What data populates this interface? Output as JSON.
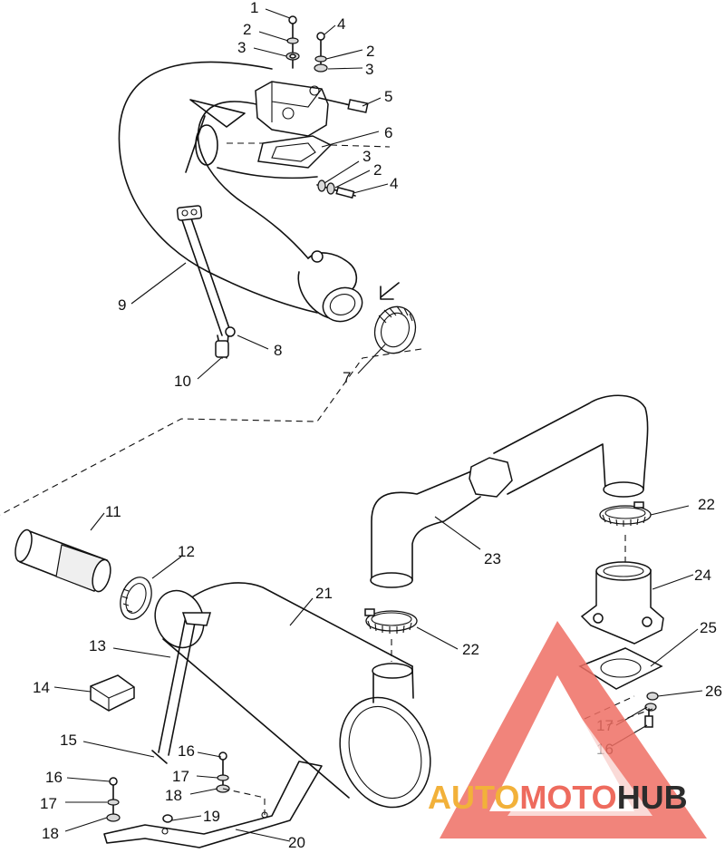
{
  "callouts": [
    {
      "id": "c1a",
      "text": "1"
    },
    {
      "id": "c2a",
      "text": "2"
    },
    {
      "id": "c3a",
      "text": "3"
    },
    {
      "id": "c4a",
      "text": "4"
    },
    {
      "id": "c2b",
      "text": "2"
    },
    {
      "id": "c3b",
      "text": "3"
    },
    {
      "id": "c5",
      "text": "5"
    },
    {
      "id": "c6",
      "text": "6"
    },
    {
      "id": "c3c",
      "text": "3"
    },
    {
      "id": "c2c",
      "text": "2"
    },
    {
      "id": "c4b",
      "text": "4"
    },
    {
      "id": "c9",
      "text": "9"
    },
    {
      "id": "c8",
      "text": "8"
    },
    {
      "id": "c10",
      "text": "10"
    },
    {
      "id": "c7",
      "text": "7"
    },
    {
      "id": "c11",
      "text": "11"
    },
    {
      "id": "c12",
      "text": "12"
    },
    {
      "id": "c21",
      "text": "21"
    },
    {
      "id": "c22a",
      "text": "22"
    },
    {
      "id": "c23",
      "text": "23"
    },
    {
      "id": "c24",
      "text": "24"
    },
    {
      "id": "c13",
      "text": "13"
    },
    {
      "id": "c14",
      "text": "14"
    },
    {
      "id": "c22b",
      "text": "22"
    },
    {
      "id": "c25",
      "text": "25"
    },
    {
      "id": "c26",
      "text": "26"
    },
    {
      "id": "c15",
      "text": "15"
    },
    {
      "id": "c16a",
      "text": "16"
    },
    {
      "id": "c17a",
      "text": "17"
    },
    {
      "id": "c18a",
      "text": "18"
    },
    {
      "id": "c16b",
      "text": "16"
    },
    {
      "id": "c17b",
      "text": "17"
    },
    {
      "id": "c18b",
      "text": "18"
    },
    {
      "id": "c19",
      "text": "19"
    },
    {
      "id": "c20",
      "text": "20"
    },
    {
      "id": "c17c",
      "text": "17"
    },
    {
      "id": "c16c",
      "text": "16"
    }
  ],
  "watermark": {
    "part1": "AUTO",
    "part2": "MOTO",
    "part3": "HUB",
    "color_auto": "#f2b13a",
    "color_moto": "#ee6b5e",
    "color_hub": "#2c2c2c",
    "logo_color": "#ef6f64"
  }
}
